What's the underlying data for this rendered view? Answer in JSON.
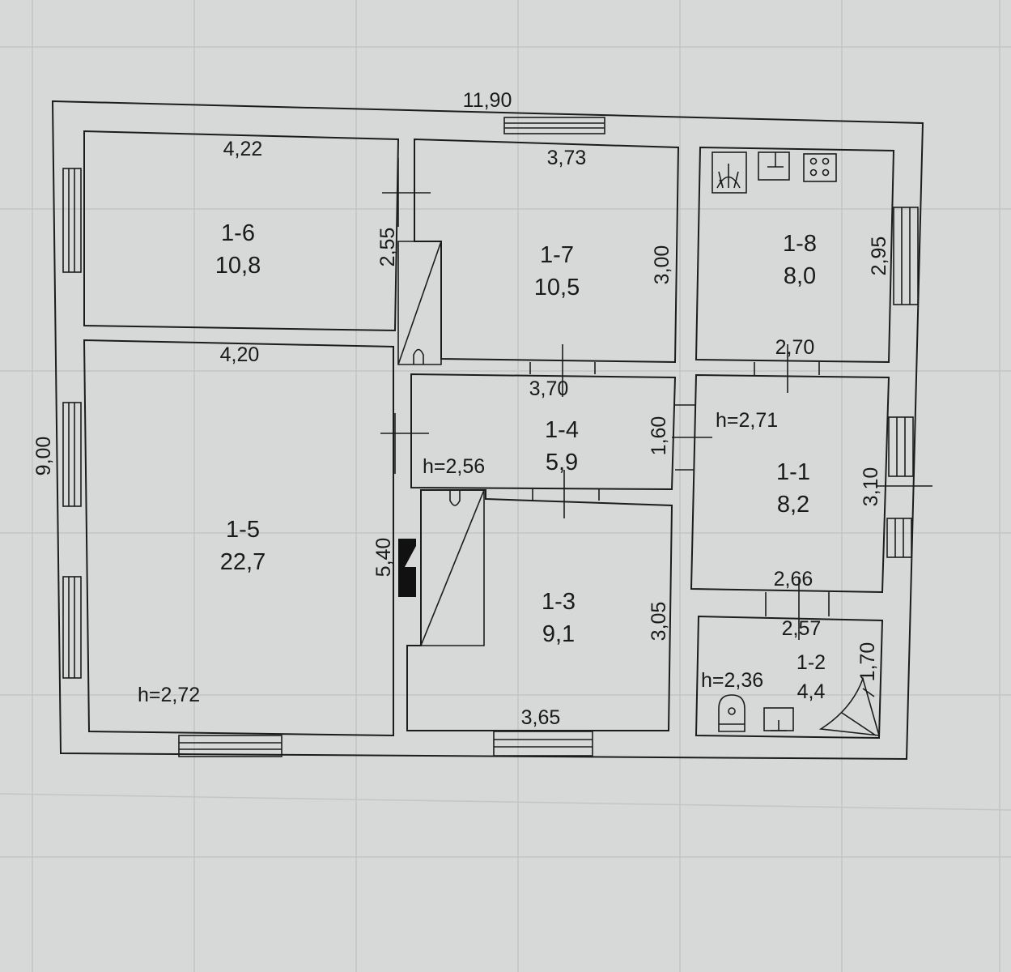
{
  "plan": {
    "dims": {
      "overall_width": "11,90",
      "overall_height": "9,00",
      "r16_width": "4,22",
      "r16_height": "2,55",
      "r15_width": "4,20",
      "r15_height": "5,40",
      "r17_width": "3,73",
      "r17_height": "3,00",
      "r18_height": "2,95",
      "r18_width": "2,70",
      "r14_width": "3,70",
      "r14_height": "1,60",
      "r11_height": "3,10",
      "r11_width": "2,66",
      "r12_width": "2,57",
      "r12_height": "1,70",
      "r13_height": "3,05",
      "r13_width": "3,65"
    },
    "ceilings": {
      "h11": "h=2,71",
      "h14": "h=2,56",
      "h15": "h=2,72",
      "h12": "h=2,36"
    },
    "rooms": [
      {
        "id": "1-6",
        "area": "10,8"
      },
      {
        "id": "1-7",
        "area": "10,5"
      },
      {
        "id": "1-8",
        "area": "8,0"
      },
      {
        "id": "1-5",
        "area": "22,7"
      },
      {
        "id": "1-4",
        "area": "5,9"
      },
      {
        "id": "1-1",
        "area": "8,2"
      },
      {
        "id": "1-3",
        "area": "9,1"
      },
      {
        "id": "1-2",
        "area": "4,4"
      }
    ]
  }
}
